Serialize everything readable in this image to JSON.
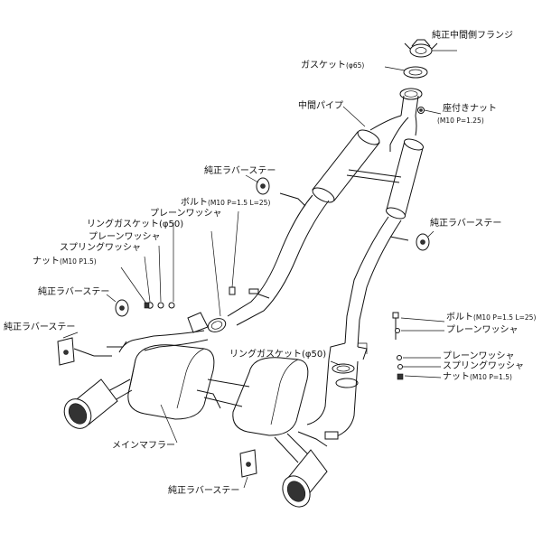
{
  "labels": {
    "flange": "純正中間側フランジ",
    "gasket_main": "ガスケット",
    "gasket_size": "(φ65)",
    "flange_nut": "座付きナット",
    "flange_nut_spec": "(M10 P=1.25)",
    "center_pipe": "中間パイプ",
    "rubber_stay_a": "純正ラバーステー",
    "rubber_stay_b": "純正ラバーステー",
    "bolt_left": "ボルト",
    "bolt_left_spec": "(M10 P=1.5 L=25)",
    "plain_washer_top": "プレーンワッシャ",
    "ring_gasket_left": "リングガスケット(φ50)",
    "plain_washer_left": "プレーンワッシャ",
    "spring_washer_left": "スプリングワッシャ",
    "nut_left": "ナット",
    "nut_left_spec": "(M10 P1.5)",
    "rubber_stay_c": "純正ラバーステー",
    "rubber_stay_d": "純正ラバーステー",
    "bolt_right": "ボルト",
    "bolt_right_spec": "(M10 P=1.5 L=25)",
    "plain_washer_right_a": "プレーンワッシャ",
    "ring_gasket_right": "リングガスケット(φ50)",
    "plain_washer_right_b": "プレーンワッシャ",
    "spring_washer_right": "スプリングワッシャ",
    "nut_right": "ナット",
    "nut_right_spec": "(M10 P=1.5)",
    "main_muffler": "メインマフラー",
    "rubber_stay_e": "純正ラバーステー"
  }
}
